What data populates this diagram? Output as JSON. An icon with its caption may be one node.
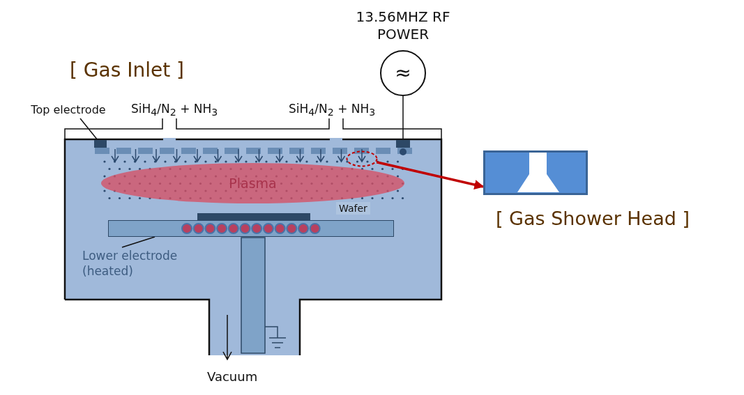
{
  "diagram": {
    "nodes": [
      {
        "text": [
          "Top electrode"
        ]
      },
      {
        "text": [],
        "shape": "box"
      },
      {
        "text": [
          "≈"
        ],
        "beside": [
          "13.56MHZ RF POWER"
        ]
      },
      {
        "text": [],
        "shape": "box"
      },
      {
        "text": [],
        "shape": "circle"
      },
      {
        "text": [],
        "shape": "picture",
        "beside": [
          "[ Gas Shower Head ]"
        ]
      },
      {
        "text": [
          "Plasma"
        ]
      },
      {
        "text": [
          "Lower electrode (heated)"
        ]
      },
      {
        "text": [],
        "shape": "bar"
      }
    ],
    "edges": [
      {
        "from": 0,
        "to": 1,
        "arrow": "none"
      },
      {
        "from": 2,
        "to": 3,
        "arrow": "none"
      },
      {
        "from": 4,
        "to": 5,
        "arrow": "to",
        "style": "thick",
        "color": "#c00000"
      },
      {
        "from": 7,
        "to": 8,
        "arrow": "none"
      }
    ],
    "labels": [
      "[ Gas Inlet ]",
      "SiH$_{4}$/N$_{2}$ + NH$_{3}$",
      "SiH$_{4}$/N$_{2}$ + NH$_{3}$",
      "Wafer",
      "Vacuum"
    ]
  }
}
